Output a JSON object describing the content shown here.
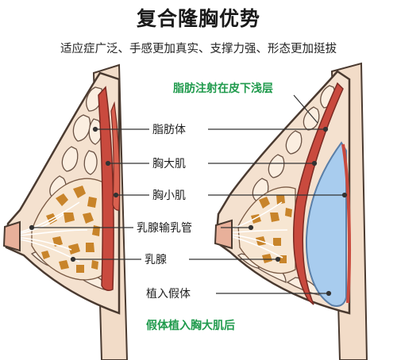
{
  "heading": {
    "title": "复合隆胸优势",
    "subtitle": "适应症广泛、手感更加真实、支撑力强、形态更加挺拔"
  },
  "labels": {
    "fat": "脂肪体",
    "pectoralis_major": "胸大肌",
    "pectoralis_minor": "胸小肌",
    "lactiferous_duct": "乳腺输乳管",
    "mammary_gland": "乳腺",
    "implant": "植入假体"
  },
  "annotations": {
    "fat_injection": "脂肪注射在皮下浅层",
    "implant_position": "假体植入胸大肌后"
  },
  "colors": {
    "skin": "#f2dcc8",
    "outline": "#4a3a30",
    "muscle": "#c94a3e",
    "gland": "#c8842a",
    "implant": "#a8ccee",
    "accent_green": "#1f9a4c"
  }
}
